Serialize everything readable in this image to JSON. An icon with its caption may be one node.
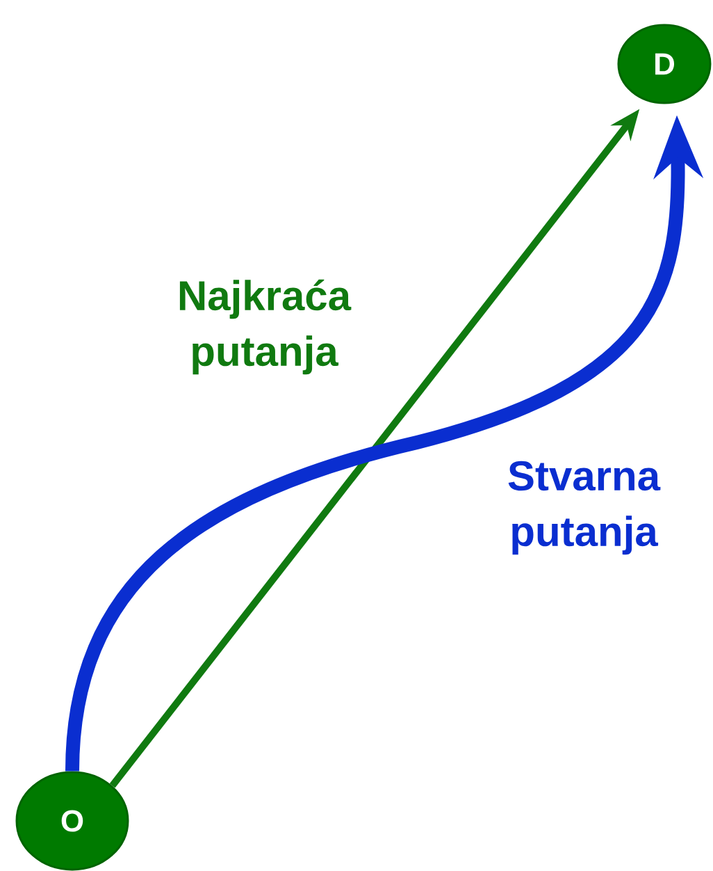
{
  "diagram": {
    "nodes": [
      {
        "text": [
          "D"
        ]
      },
      {
        "text": [
          "O"
        ]
      }
    ],
    "edges": [
      {
        "from": 1,
        "to": 0,
        "arrow": "to",
        "label": "Najkraća putanja",
        "color": "#107a10"
      },
      {
        "from": 1,
        "to": 0,
        "arrow": "to",
        "label": "Stvarna putanja",
        "style": "thick",
        "color": "#0a2ed0"
      }
    ]
  }
}
